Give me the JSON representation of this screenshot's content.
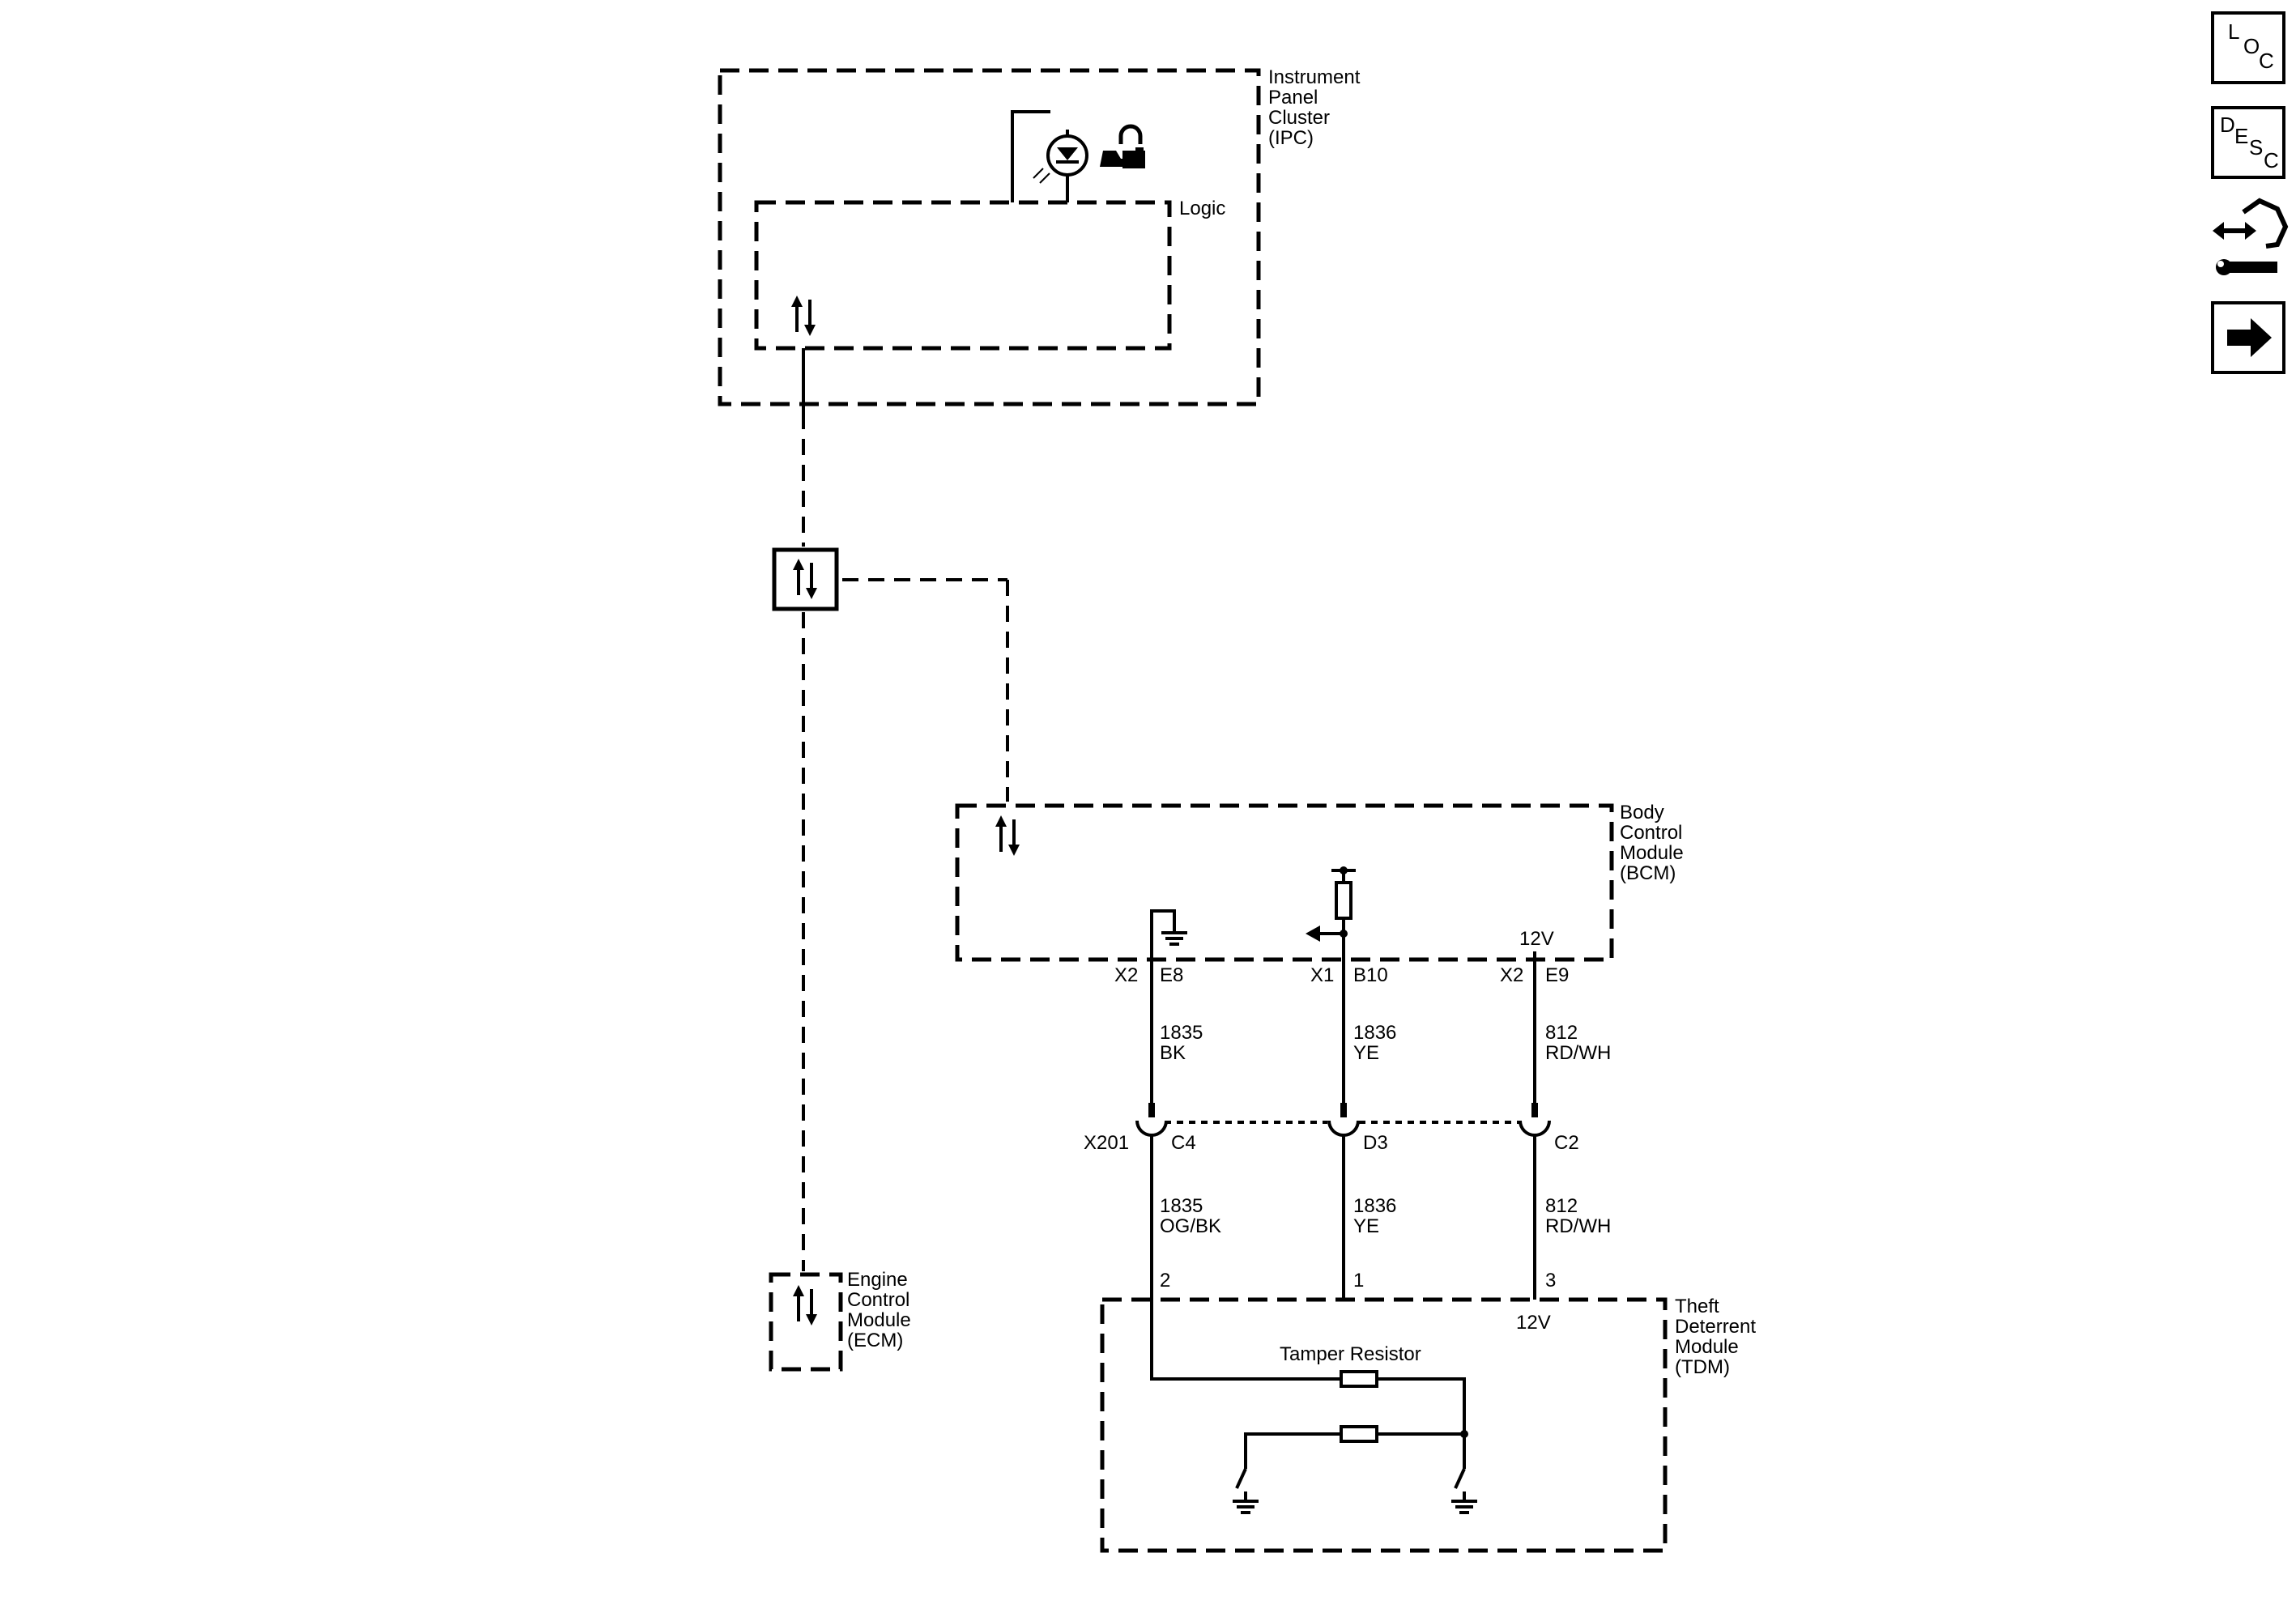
{
  "modules": {
    "ipc": [
      "Instrument",
      "Panel",
      "Cluster",
      "(IPC)"
    ],
    "ipc_logic": "Logic",
    "bcm": [
      "Body",
      "Control",
      "Module",
      "(BCM)"
    ],
    "ecm": [
      "Engine",
      "Control",
      "Module",
      "(ECM)"
    ],
    "tdm": [
      "Theft",
      "Deterrent",
      "Module",
      "(TDM)"
    ]
  },
  "bcm_pins": [
    {
      "connector": "X2",
      "pin": "E8"
    },
    {
      "connector": "X1",
      "pin": "B10"
    },
    {
      "connector": "X2",
      "pin": "E9"
    }
  ],
  "bcm_voltage": "12V",
  "wires_upper": [
    {
      "circuit": "1835",
      "color": "BK"
    },
    {
      "circuit": "1836",
      "color": "YE"
    },
    {
      "circuit": "812",
      "color": "RD/WH"
    }
  ],
  "inline_connector": {
    "name": "X201",
    "pins": [
      "C4",
      "D3",
      "C2"
    ]
  },
  "wires_lower": [
    {
      "circuit": "1835",
      "color": "OG/BK"
    },
    {
      "circuit": "1836",
      "color": "YE"
    },
    {
      "circuit": "812",
      "color": "RD/WH"
    }
  ],
  "tdm_pins": [
    "2",
    "1",
    "3"
  ],
  "tdm_voltage": "12V",
  "tdm_component": "Tamper Resistor",
  "side_controls": [
    {
      "name": "location",
      "letters": [
        "L",
        "O",
        "C"
      ]
    },
    {
      "name": "description",
      "letters": [
        "D",
        "E",
        "S",
        "C"
      ]
    },
    {
      "name": "connector-service",
      "icon": "connector-wrench-icon"
    },
    {
      "name": "next",
      "icon": "arrow-right-icon"
    }
  ]
}
